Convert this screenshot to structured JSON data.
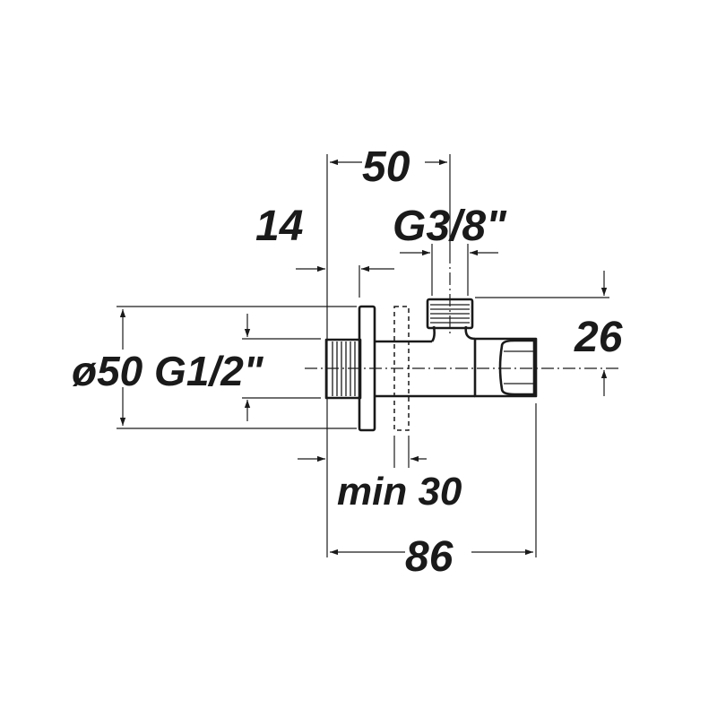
{
  "dimensions": {
    "overall_length": "86",
    "inlet_to_outlet_axis": "50",
    "flange_offset": "14",
    "outlet_thread": "G3/8\"",
    "body_height": "26",
    "rosette_and_inlet": "ø50 G1/2\"",
    "min_wall_clearance": "min 30"
  }
}
